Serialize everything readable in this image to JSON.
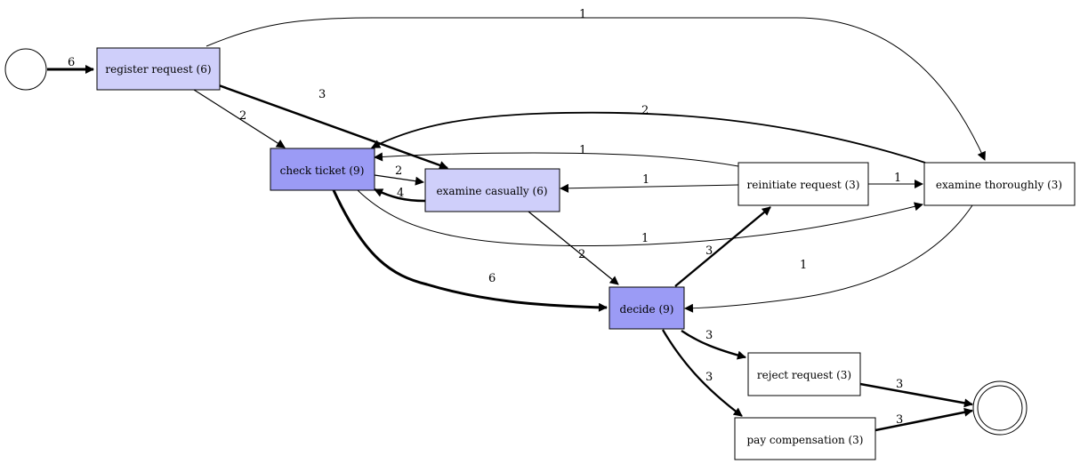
{
  "colors": {
    "high": "#9b9bf5",
    "mid": "#cfcffa",
    "low": "#ffffff",
    "edge": "#000000"
  },
  "nodes": {
    "start": {
      "label": ""
    },
    "register_request": {
      "label": "register request (6)",
      "level": "mid"
    },
    "check_ticket": {
      "label": "check ticket (9)",
      "level": "high"
    },
    "examine_casually": {
      "label": "examine casually (6)",
      "level": "mid"
    },
    "decide": {
      "label": "decide (9)",
      "level": "high"
    },
    "reinitiate_request": {
      "label": "reinitiate request (3)",
      "level": "low"
    },
    "examine_thoroughly": {
      "label": "examine thoroughly (3)",
      "level": "low"
    },
    "reject_request": {
      "label": "reject request (3)",
      "level": "low"
    },
    "pay_compensation": {
      "label": "pay compensation (3)",
      "level": "low"
    },
    "end": {
      "label": ""
    }
  },
  "edges": {
    "start_register": "6",
    "register_thoroughly": "1",
    "register_check": "2",
    "register_casually": "3",
    "check_casually": "2",
    "casually_check": "4",
    "thoroughly_check": "2",
    "reinitiate_check": "1",
    "reinitiate_casually": "1",
    "reinitiate_thoroughly": "1",
    "check_thoroughly": "1",
    "check_decide": "6",
    "casually_decide": "2",
    "thoroughly_decide": "1",
    "decide_reinitiate": "3",
    "decide_reject": "3",
    "decide_pay": "3",
    "reject_end": "3",
    "pay_end": "3"
  }
}
